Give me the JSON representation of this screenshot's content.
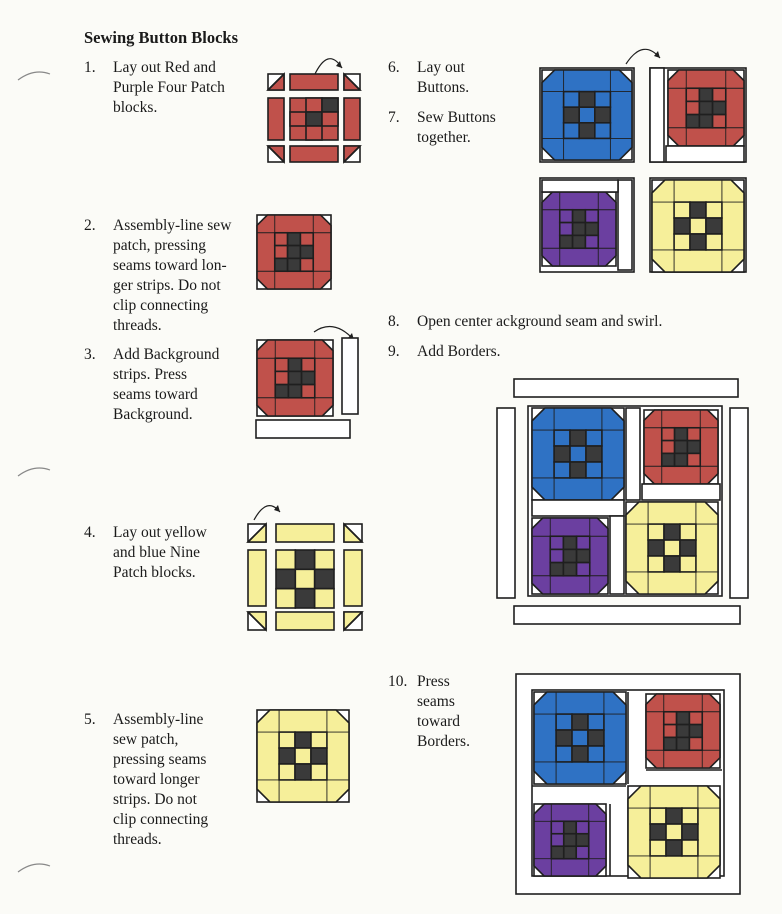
{
  "title": "Sewing Button Blocks",
  "steps": [
    {
      "num": "1.",
      "lines": [
        "Lay out Red and",
        "Purple Four Patch",
        "blocks."
      ]
    },
    {
      "num": "2.",
      "lines": [
        "Assembly-line sew",
        "patch, pressing",
        "seams toward lon-",
        "ger strips. Do not",
        "clip connecting",
        "threads."
      ]
    },
    {
      "num": "3.",
      "lines": [
        "Add Background",
        "strips. Press",
        "seams toward",
        "Background."
      ]
    },
    {
      "num": "4.",
      "lines": [
        "Lay out yellow",
        "and blue Nine",
        "Patch blocks."
      ]
    },
    {
      "num": "5.",
      "lines": [
        "Assembly-line",
        "sew patch,",
        "pressing seams",
        "toward longer",
        "strips. Do not",
        "clip connecting",
        "threads."
      ]
    },
    {
      "num": "6.",
      "lines": [
        "Lay out",
        "Buttons."
      ]
    },
    {
      "num": "7.",
      "lines": [
        "Sew Buttons",
        "together."
      ]
    },
    {
      "num": "8.",
      "lines": [
        "Open center ackground seam and swirl."
      ]
    },
    {
      "num": "9.",
      "lines": [
        "Add Borders."
      ]
    },
    {
      "num": "10.",
      "lines": [
        "Press",
        "seams",
        "toward",
        "Borders."
      ]
    }
  ],
  "colors": {
    "red": "#c0514b",
    "purple": "#6b3fa0",
    "blue": "#2f72c4",
    "yellow": "#f6ef9a",
    "dark": "#3a3a3a",
    "background": "#ffffff",
    "outline": "#1f1f1f"
  }
}
